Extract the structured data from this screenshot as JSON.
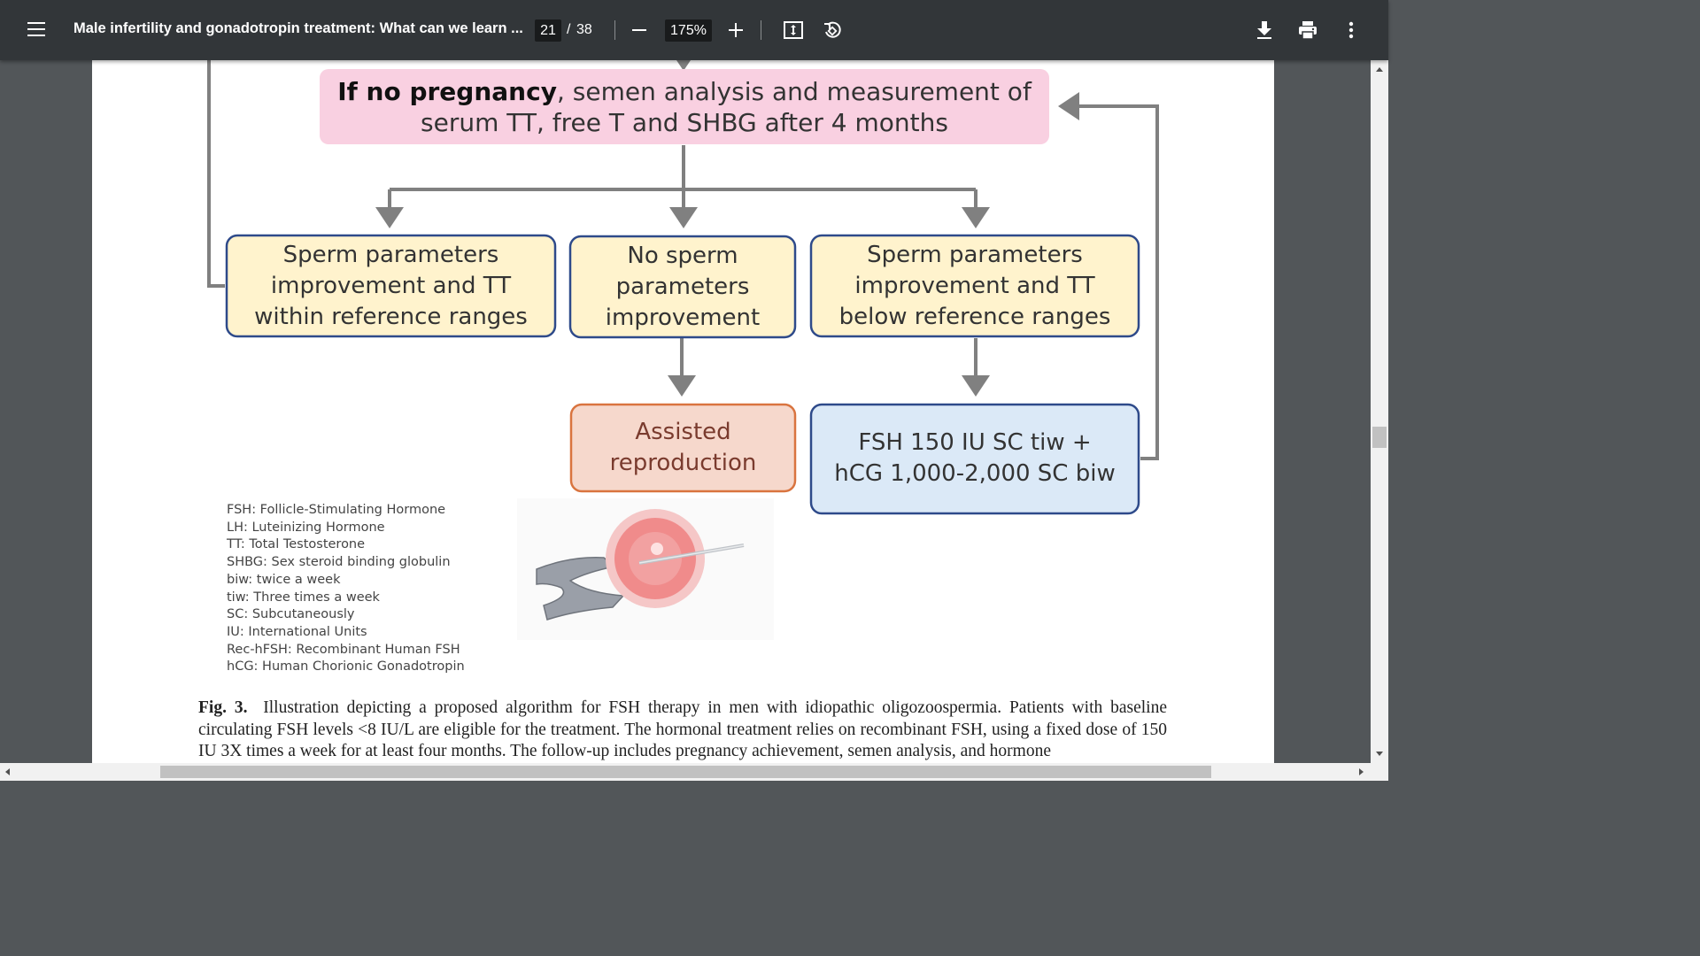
{
  "toolbar": {
    "title": "Male infertility and gonadotropin treatment: What can we learn ...",
    "current_page": "21",
    "page_separator": "/",
    "total_pages": "38",
    "zoom": "175%",
    "icons": [
      "menu-icon",
      "zoom-out-icon",
      "zoom-in-icon",
      "fit-page-icon",
      "rotate-icon",
      "download-icon",
      "print-icon",
      "more-vert-icon"
    ]
  },
  "figure": {
    "top_box": {
      "bold": "If no pregnancy",
      "rest_line1": ", semen analysis and measurement of",
      "line2": "serum TT, free T and SHBG after 4 months"
    },
    "box_left": [
      "Sperm parameters",
      "improvement and TT",
      "within reference ranges"
    ],
    "box_middle": [
      "No sperm",
      "parameters",
      "improvement"
    ],
    "box_right": [
      "Sperm parameters",
      "improvement and TT",
      "below reference ranges"
    ],
    "box_assisted": [
      "Assisted",
      "reproduction"
    ],
    "box_treatment": [
      "FSH 150 IU SC tiw +",
      "hCG 1,000-2,000 SC biw"
    ],
    "legend": [
      "FSH: Follicle-Stimulating Hormone",
      "LH: Luteinizing Hormone",
      "TT: Total Testosterone",
      "SHBG: Sex steroid binding globulin",
      "biw: twice a week",
      "tiw: Three times a week",
      "SC: Subcutaneously",
      "IU: International Units",
      "Rec-hFSH: Recombinant Human FSH",
      "hCG: Human Chorionic Gonadotropin"
    ],
    "colors": {
      "pink": "#f9d0e1",
      "yellow": "#fff3cd",
      "yellow_border": "#2e4a8a",
      "salmon": "#f6d8cc",
      "salmon_border": "#d9743f",
      "blue": "#dbe9f7",
      "arrow": "#808080"
    }
  },
  "caption": {
    "label": "Fig. 3.",
    "text": "Illustration depicting a proposed algorithm for FSH therapy in men with idiopathic oligozoospermia. Patients with baseline circulating FSH levels <8 IU/L are eligible for the treatment. The hormonal treatment relies on recombinant FSH, using a fixed dose of 150 IU 3X times a week for at least four months. The follow-up includes pregnancy achievement, semen analysis, and hormone"
  }
}
